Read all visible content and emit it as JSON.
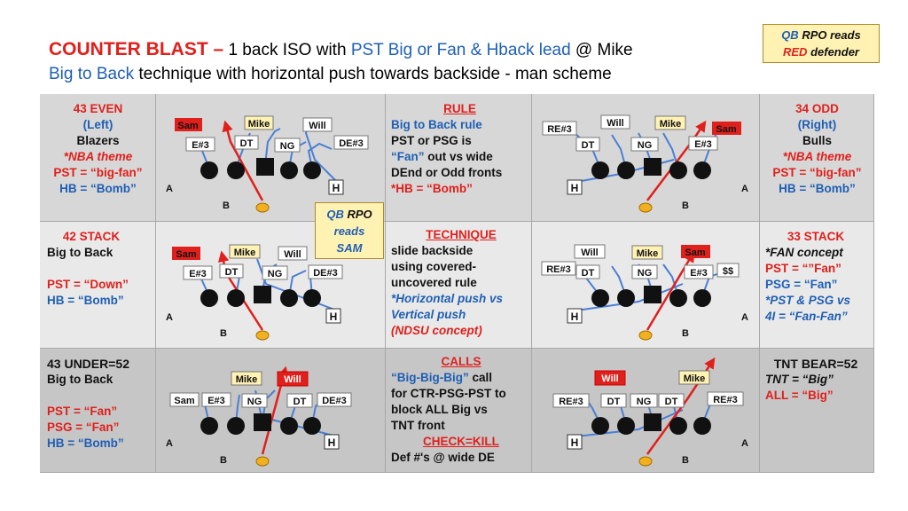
{
  "title": {
    "play_name": "COUNTER BLAST –",
    "part1": " 1 back ISO with ",
    "blue1": "PST Big or Fan & Hback lead",
    "part2": " @ Mike",
    "blue2": "Big to Back",
    "part3": " technique with horizontal push towards backside - man scheme"
  },
  "legend": {
    "qb": "QB",
    "rpo_reads": "RPO reads",
    "red": "RED",
    "defender": "defender"
  },
  "qb_box": {
    "qb": "QB",
    "rpo": "RPO",
    "reads": "reads",
    "sam": "SAM"
  },
  "colors": {
    "red": "#e0201c",
    "blue": "#1f5fb4",
    "yellow": "#fff2b3",
    "line_blue": "#4a7fd4"
  },
  "fronts": {
    "even43": {
      "title": "43 EVEN",
      "lines": [
        "(Left)",
        "Blazers",
        "*NBA theme",
        "PST = “big-fan”",
        "HB = “Bomb”"
      ]
    },
    "odd34": {
      "title": "34 ODD",
      "lines": [
        "(Right)",
        "Bulls",
        "*NBA theme",
        "PST = “big-fan”",
        "HB = “Bomb”"
      ]
    },
    "stack42": {
      "title": "42 STACK",
      "lines": [
        "Big to Back",
        "PST = “Down”",
        "HB = “Bomb”"
      ]
    },
    "stack33": {
      "title": "33 STACK",
      "lines": [
        "*FAN concept",
        "PST = “”Fan”",
        "PSG = “Fan”",
        "*PST  & PSG vs",
        "4I = “Fan-Fan”"
      ]
    },
    "under43": {
      "title": "43 UNDER=52",
      "lines": [
        "Big to Back",
        "PST = “Fan”",
        "PSG = “Fan”",
        "HB = “Bomb”"
      ]
    },
    "tnt": {
      "title": "TNT BEAR=52",
      "lines": [
        "TNT = “Big”",
        "ALL = “Big”"
      ]
    }
  },
  "rule": {
    "title": "RULE",
    "lines": [
      "Big to Back rule",
      "PST or PSG is",
      "“Fan”",
      " out vs wide",
      "DEnd or Odd fronts",
      "*HB = “Bomb”"
    ]
  },
  "technique": {
    "title": "TECHNIQUE",
    "lines": [
      "slide backside",
      "using covered-",
      "uncovered rule",
      "*Horizontal push vs",
      "Vertical push",
      "(NDSU concept)"
    ]
  },
  "calls": {
    "title": "CALLS",
    "lines": [
      "“Big-Big-Big”",
      " call",
      "for CTR-PSG-PST to",
      "block ALL Big vs",
      "TNT front"
    ],
    "check": "CHECK=KILL",
    "def": "Def #'s @ wide DE"
  },
  "diagrams": {
    "d1": {
      "sam": "Sam",
      "mike": "Mike",
      "will": "Will",
      "e3": "E#3",
      "dt": "DT",
      "ng": "NG",
      "de3": "DE#3",
      "a": "A",
      "h": "H",
      "b": "B"
    },
    "d2": {
      "re3": "RE#3",
      "will": "Will",
      "mike": "Mike",
      "sam": "Sam",
      "dt": "DT",
      "ng": "NG",
      "e3": "E#3",
      "h": "H",
      "a": "A",
      "b": "B"
    },
    "d3": {
      "sam": "Sam",
      "mike": "Mike",
      "will": "Will",
      "e3": "E#3",
      "dt": "DT",
      "ng": "NG",
      "de3": "DE#3",
      "a": "A",
      "h": "H",
      "b": "B"
    },
    "d4": {
      "will": "Will",
      "mike": "Mike",
      "sam": "Sam",
      "re3": "RE#3",
      "dt": "DT",
      "ng": "NG",
      "e3": "E#3",
      "ss": "$$",
      "h": "H",
      "a": "A",
      "b": "B"
    },
    "d5": {
      "mike": "Mike",
      "will": "Will",
      "sam": "Sam",
      "e3": "E#3",
      "ng": "NG",
      "dt": "DT",
      "de3": "DE#3",
      "a": "A",
      "h": "H",
      "b": "B"
    },
    "d6": {
      "will": "Will",
      "mike": "Mike",
      "re3": "RE#3",
      "dt1": "DT",
      "ng": "NG",
      "dt2": "DT",
      "re3b": "RE#3",
      "h": "H",
      "a": "A",
      "b": "B"
    }
  }
}
